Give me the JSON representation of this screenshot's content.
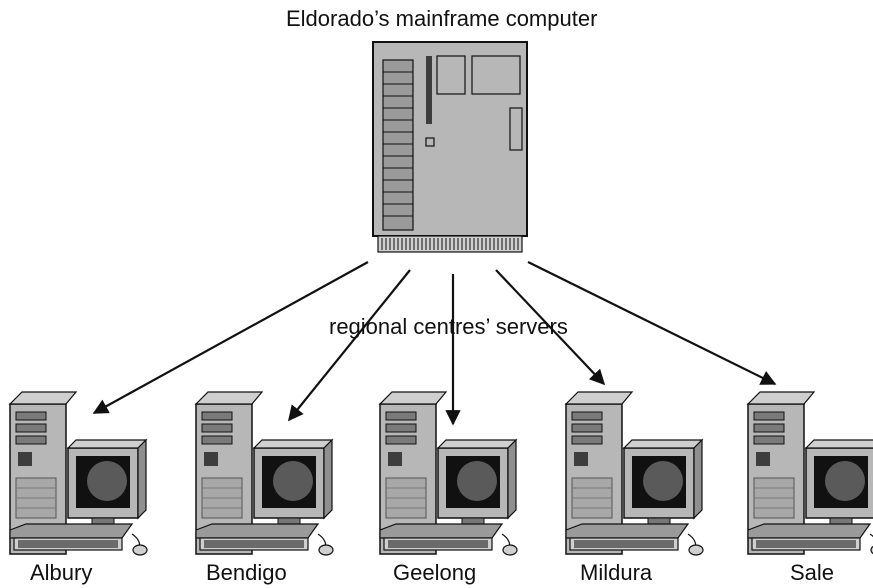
{
  "mainframe": {
    "label": "Eldorado’s mainframe computer",
    "icon": "mainframe-server-icon"
  },
  "connector_label": "regional centres’ servers",
  "servers": [
    {
      "name": "Albury",
      "icon": "desktop-computer-icon"
    },
    {
      "name": "Bendigo",
      "icon": "desktop-computer-icon"
    },
    {
      "name": "Geelong",
      "icon": "desktop-computer-icon"
    },
    {
      "name": "Mildura",
      "icon": "desktop-computer-icon"
    },
    {
      "name": "Sale",
      "icon": "desktop-computer-icon"
    }
  ],
  "colors": {
    "body_fill": "#b7b7b7",
    "dark_fill": "#3d3d3d",
    "screen": "#111111",
    "line": "#111111"
  }
}
